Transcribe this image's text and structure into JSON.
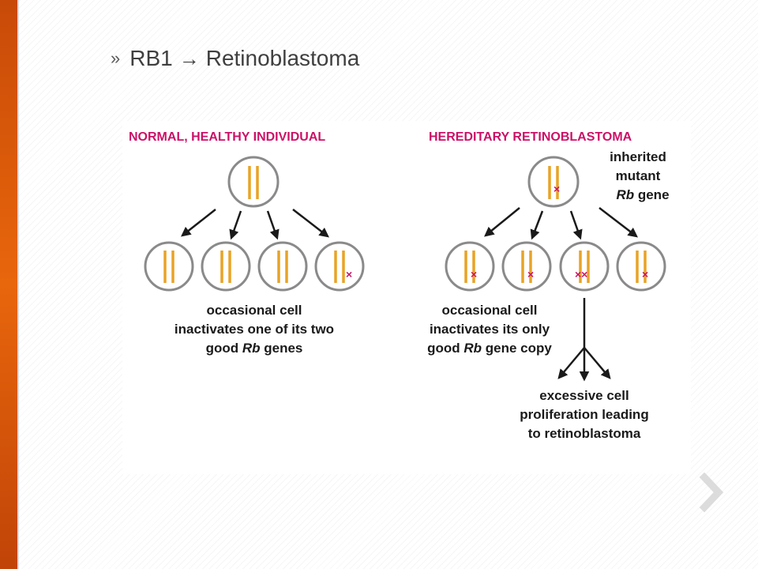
{
  "slide": {
    "bullet": "»",
    "title_part1": "RB1",
    "title_arrow": "→",
    "title_part2": "Retinoblastoma",
    "accent_color": "#e3640f"
  },
  "diagram": {
    "colors": {
      "heading": "#cc1167",
      "chromosome": "#e8a326",
      "mutation": "#cc1167",
      "cell_outline": "#8a8a8a",
      "text": "#1a1a1a"
    },
    "normal": {
      "heading": "NORMAL, HEALTHY INDIVIDUAL",
      "caption_line1": "occasional cell",
      "caption_line2": "inactivates one of its two",
      "caption_line3_pre": "good ",
      "caption_line3_italic": "Rb",
      "caption_line3_post": " genes"
    },
    "hereditary": {
      "heading": "HEREDITARY RETINOBLASTOMA",
      "inherited_line1": "inherited",
      "inherited_line2": "mutant",
      "inherited_line3_italic": "Rb",
      "inherited_line3_post": " gene",
      "caption_line1": "occasional cell",
      "caption_line2": "inactivates its only",
      "caption_line3_pre": "good ",
      "caption_line3_italic": "Rb",
      "caption_line3_post": " gene copy",
      "outcome_line1": "excessive cell",
      "outcome_line2": "proliferation leading",
      "outcome_line3": "to retinoblastoma"
    },
    "mutation_mark": "×",
    "double_mutation_mark": "××"
  },
  "navigation": {
    "next_icon": "chevron-right-icon"
  }
}
